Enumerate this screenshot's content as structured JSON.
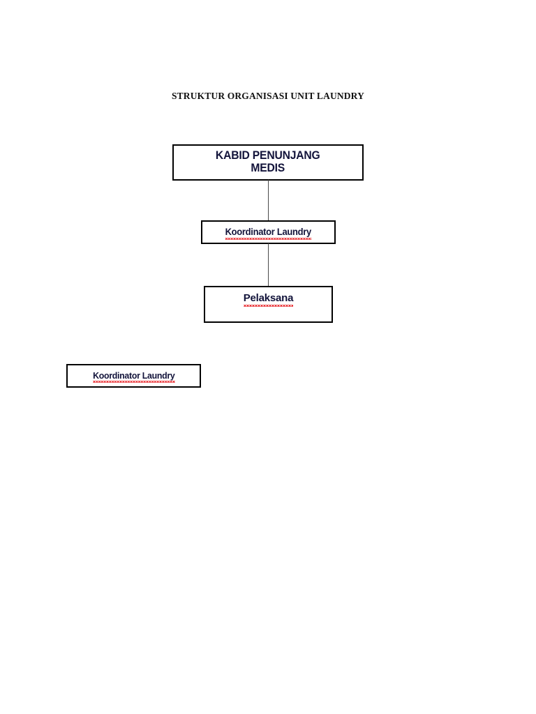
{
  "document": {
    "title": "STRUKTUR ORGANISASI UNIT LAUNDRY"
  },
  "chart": {
    "type": "org-chart",
    "nodes": [
      {
        "id": "kabid",
        "line1": "KABID PENUNJANG",
        "line2": "MEDIS",
        "level": 1,
        "spellcheck_flag": false
      },
      {
        "id": "koordinator-laundry",
        "label": "Koordinator Laundry",
        "level": 2,
        "spellcheck_flag": true
      },
      {
        "id": "pelaksana",
        "label": "Pelaksana",
        "level": 3,
        "spellcheck_flag": true
      },
      {
        "id": "koordinator-laundry-detached",
        "label": "Koordinator Laundry",
        "level": 0,
        "spellcheck_flag": true
      }
    ],
    "connections": [
      {
        "from": "kabid",
        "to": "koordinator-laundry"
      },
      {
        "from": "koordinator-laundry",
        "to": "pelaksana"
      }
    ],
    "colors": {
      "text": "#12133a",
      "title": "#111111",
      "border": "#000000",
      "connector": "#4a4a4a",
      "spellcheck_underline": "#e8262a",
      "background": "#ffffff"
    }
  }
}
